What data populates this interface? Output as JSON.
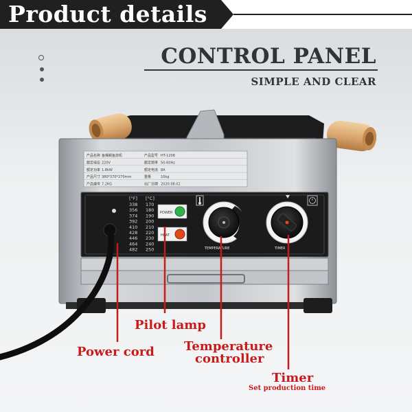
{
  "banner": {
    "title": "Product details"
  },
  "header": {
    "title": "CONTROL PANEL",
    "subtitle": "SIMPLE AND CLEAR"
  },
  "panel": {
    "temp_table_headers": [
      "[°F]",
      "[°C]"
    ],
    "temp_table_rows": [
      [
        "338",
        "170"
      ],
      [
        "356",
        "180"
      ],
      [
        "374",
        "190"
      ],
      [
        "392",
        "200"
      ],
      [
        "410",
        "210"
      ],
      [
        "428",
        "220"
      ],
      [
        "446",
        "230"
      ],
      [
        "464",
        "240"
      ],
      [
        "482",
        "250"
      ]
    ],
    "power_label": "POWER",
    "heat_label": "HEAT",
    "temperature_label": "TEMPERATURE",
    "timer_label": "TIMER"
  },
  "spec_plate": {
    "rows": [
      [
        "产品名称",
        "鱼嘴鲷鱼烧机",
        "产品型号",
        "HT-1208"
      ],
      [
        "额定电压",
        "220V",
        "额定频率",
        "50-60Hz"
      ],
      [
        "额定功率",
        "1.8kW",
        "额定电流",
        "8A"
      ],
      [
        "产品尺寸",
        "380*370*270mm",
        "重量",
        "10kg"
      ],
      [
        "产品编号",
        "7.2KG",
        "出厂日期",
        "2020.08.02"
      ]
    ]
  },
  "callouts": {
    "pilot_lamp": "Pilot lamp",
    "power_cord": "Power cord",
    "temperature_controller_line1": "Temperature",
    "temperature_controller_line2": "controller",
    "timer": "Timer",
    "timer_sub": "Set production time"
  },
  "colors": {
    "accent": "#c8191b",
    "banner_bg": "#202020",
    "steel": "#b9bdc2",
    "panel_black": "#1b1b1b"
  },
  "icons": {
    "thermometer": "thermometer-icon",
    "timer": "timer-icon"
  }
}
